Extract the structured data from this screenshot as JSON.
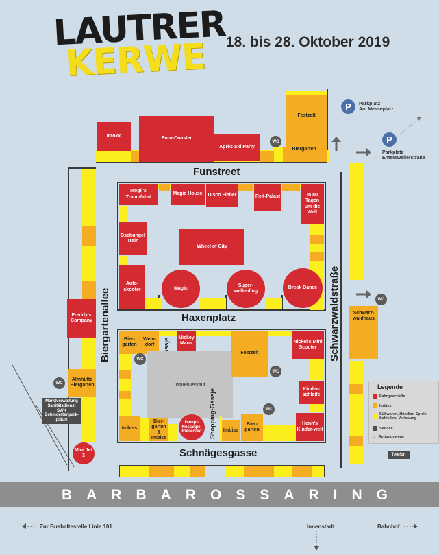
{
  "header": {
    "title_line1": "LAUTRER",
    "title_line2": "KERWE",
    "date": "18. bis 28. Oktober 2019"
  },
  "streets": {
    "funstreet": "Funstreet",
    "haxenplatz": "Haxenplatz",
    "schnaegesgasse": "Schnägesgasse",
    "biergartenallee": "Biergartenallee",
    "schwarzwaldstrasse": "Schwarzwaldstraße",
    "shopping1": "Shopping-Gässje",
    "shopping2": "Shopping-Gässje",
    "barbarossaring": "BARBAROSSARING"
  },
  "parking": {
    "p_icon": "P",
    "messeplatz_l1": "Parkplatz",
    "messeplatz_l2": "Am Messeplatz",
    "enters_l1": "Parkplatz",
    "enters_l2": "Entersweilerstraße"
  },
  "attractions": {
    "intoxx": "Intoxx",
    "eurocoaster": "Euro-Coaster",
    "apres": "Après Ski Party",
    "festzelt_top": "Festzelt",
    "biergarten_top": "Biergarten",
    "moglis": "Mogli's Traumfahrt",
    "magichouse": "Magic House",
    "disco": "Disco Fieber",
    "reitpalast": "Reit-Palast",
    "in80": "In 80 Tagen um die Welt",
    "dschungel": "Dschungel Train",
    "wheel": "Wheel of City",
    "autoskooter": "Auto-skooter",
    "magic": "Magic",
    "superwellen": "Super-wellenflug",
    "breakdance": "Break Dance",
    "freddys": "Freddy's Company",
    "biergarten_a": "Bier-garten",
    "weindorf": "Wein-dorf",
    "mickey": "Mickey Maus",
    "festzelt_mid": "Festzelt",
    "nickels": "Nickel's Mini Scooter",
    "warenverkauf": "Warenverkauf",
    "kinderschleife": "Kinder-schleife",
    "imbiss1": "Imbiss",
    "biergarten_imbiss": "Bier-garten & Imbiss",
    "dampf": "Dampf-Nostalgie-Riesenrad",
    "imbiss2": "Imbiss",
    "biergarten_b": "Bier-garten",
    "henns": "Henn's Kinder-welt",
    "almhuette": "Almhütte Biergarten",
    "markt": "Marktverwaltung Sanitätsdienst SWK Behindertenpark-plätze",
    "minijet": "Mini Jet 3",
    "schwarzwaldhaus": "Schwarz-waldhaus",
    "telefon": "Telefon",
    "wc": "WC"
  },
  "legend": {
    "title": "Legende",
    "fahrgeschaefte": "Fahrgeschäfte",
    "imbiss": "Imbiss",
    "suesswaren": "Süßwaren, Händler, Spiele, Schießen, Verlosung",
    "service": "Service",
    "rettungswege": "Rettungswege"
  },
  "bottom": {
    "bushaltestelle": "Zur Bushaltestelle Linie 101",
    "innenstadt": "Innenstadt",
    "bahnhof": "Bahnhof"
  },
  "colors": {
    "fahrgeschaefte": "#d42a32",
    "imbiss": "#f4ad22",
    "suesswaren": "#fcee1c",
    "service": "#4d4d4d",
    "background": "#cfdde8",
    "road": "#8e8e8e"
  }
}
